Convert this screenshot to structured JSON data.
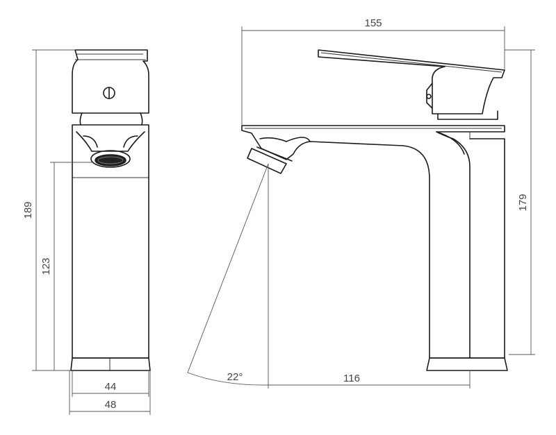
{
  "colors": {
    "outline": "#1a1a1a",
    "dimension": "#555555",
    "background": "#ffffff"
  },
  "dimensions": {
    "overall_length": "155",
    "overall_height": "179",
    "side_height": "189",
    "spout_height": "123",
    "base_width_inner": "44",
    "base_width_outer": "48",
    "spout_reach": "116",
    "spray_angle": "22°"
  }
}
